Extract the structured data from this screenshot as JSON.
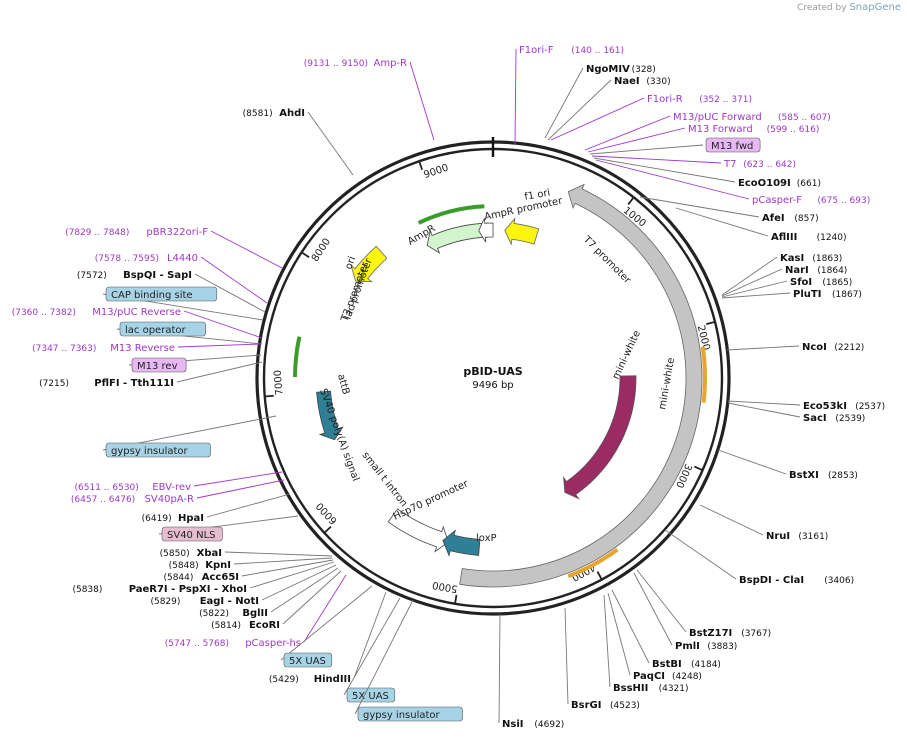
{
  "header": {
    "created_by": "Created by",
    "brand": "SnapGene"
  },
  "plasmid": {
    "name": "pBID-UAS",
    "length_label": "9496 bp",
    "length": 9496
  },
  "colors": {
    "primer": "#9f38c9",
    "enzyme": "#000000",
    "line": "#777777",
    "feature_gray": "#c4c4c4",
    "feature_maroon": "#9b2c63",
    "feature_teal": "#2f7f96",
    "feature_green": "#3c9c2a",
    "feature_lightgreen": "#d2f5cd",
    "feature_yellow": "#fbf50f",
    "feature_orange": "#e7a52d",
    "box_blue": "#a6d4e6",
    "box_pink": "#e6bccf",
    "box_purple": "#e8b8f5"
  },
  "ticks": [
    "1000",
    "2000",
    "3000",
    "4000",
    "5000",
    "6000",
    "7000",
    "8000",
    "9000"
  ],
  "features_inner": [
    {
      "label": "f1 ori"
    },
    {
      "label": "AmpR promoter"
    },
    {
      "label": "AmpR"
    },
    {
      "label": "ori"
    },
    {
      "label": "T7 promoter"
    },
    {
      "label": "mini-white"
    },
    {
      "label": "mini-white"
    },
    {
      "label": "lac promoter"
    },
    {
      "label": "T3 promoter"
    },
    {
      "label": "attB"
    },
    {
      "label": "SV40 poly(A) signal"
    },
    {
      "label": "small t intron"
    },
    {
      "label": "Hsp70 promoter"
    },
    {
      "label": "loxP"
    }
  ],
  "labels_right": [
    {
      "name": "F1ori-F",
      "pos": "(140 .. 161)",
      "kind": "primer"
    },
    {
      "name": "NgoMIV",
      "pos": "(328)",
      "kind": "enzyme"
    },
    {
      "name": "NaeI",
      "pos": "(330)",
      "kind": "enzyme"
    },
    {
      "name": "F1ori-R",
      "pos": "(352 .. 371)",
      "kind": "primer"
    },
    {
      "name": "M13/pUC Forward",
      "pos": "(585 .. 607)",
      "kind": "primer"
    },
    {
      "name": "M13 Forward",
      "pos": "(599 .. 616)",
      "kind": "primer"
    },
    {
      "name": "M13 fwd",
      "pos": "",
      "kind": "box_purple"
    },
    {
      "name": "T7",
      "pos": "(623 .. 642)",
      "kind": "primer"
    },
    {
      "name": "EcoO109I",
      "pos": "(661)",
      "kind": "enzyme"
    },
    {
      "name": "pCasper-F",
      "pos": "(675 .. 693)",
      "kind": "primer"
    },
    {
      "name": "AfeI",
      "pos": "(857)",
      "kind": "enzyme"
    },
    {
      "name": "AflIII",
      "pos": "(1240)",
      "kind": "enzyme"
    },
    {
      "name": "KasI",
      "pos": "(1863)",
      "kind": "enzyme"
    },
    {
      "name": "NarI",
      "pos": "(1864)",
      "kind": "enzyme"
    },
    {
      "name": "SfoI",
      "pos": "(1865)",
      "kind": "enzyme"
    },
    {
      "name": "PluTI",
      "pos": "(1867)",
      "kind": "enzyme"
    },
    {
      "name": "NcoI",
      "pos": "(2212)",
      "kind": "enzyme"
    },
    {
      "name": "Eco53kI",
      "pos": "(2537)",
      "kind": "enzyme"
    },
    {
      "name": "SacI",
      "pos": "(2539)",
      "kind": "enzyme"
    },
    {
      "name": "BstXI",
      "pos": "(2853)",
      "kind": "enzyme"
    },
    {
      "name": "NruI",
      "pos": "(3161)",
      "kind": "enzyme"
    },
    {
      "name": "BspDI - ClaI",
      "pos": "(3406)",
      "kind": "enzyme"
    },
    {
      "name": "BstZ17I",
      "pos": "(3767)",
      "kind": "enzyme"
    },
    {
      "name": "PmlI",
      "pos": "(3883)",
      "kind": "enzyme"
    },
    {
      "name": "BstBI",
      "pos": "(4184)",
      "kind": "enzyme"
    },
    {
      "name": "PaqCI",
      "pos": "(4248)",
      "kind": "enzyme"
    },
    {
      "name": "BssHII",
      "pos": "(4321)",
      "kind": "enzyme"
    },
    {
      "name": "BsrGI",
      "pos": "(4523)",
      "kind": "enzyme"
    },
    {
      "name": "NsiI",
      "pos": "(4692)",
      "kind": "enzyme"
    }
  ],
  "labels_left": [
    {
      "name": "Amp-R",
      "pos": "(9131 .. 9150)",
      "kind": "primer"
    },
    {
      "name": "AhdI",
      "pos": "(8581)",
      "kind": "enzyme"
    },
    {
      "name": "pBR322ori-F",
      "pos": "(7829 .. 7848)",
      "kind": "primer"
    },
    {
      "name": "L4440",
      "pos": "(7578 .. 7595)",
      "kind": "primer"
    },
    {
      "name": "BspQI - SapI",
      "pos": "(7572)",
      "kind": "enzyme"
    },
    {
      "name": "CAP binding site",
      "pos": "",
      "kind": "box_blue"
    },
    {
      "name": "M13/pUC Reverse",
      "pos": "(7360 .. 7382)",
      "kind": "primer"
    },
    {
      "name": "lac operator",
      "pos": "",
      "kind": "box_blue"
    },
    {
      "name": "M13 Reverse",
      "pos": "(7347 .. 7363)",
      "kind": "primer"
    },
    {
      "name": "M13 rev",
      "pos": "",
      "kind": "box_purple"
    },
    {
      "name": "PflFI - Tth111I",
      "pos": "(7215)",
      "kind": "enzyme"
    },
    {
      "name": "gypsy insulator",
      "pos": "",
      "kind": "box_blue"
    },
    {
      "name": "EBV-rev",
      "pos": "(6511 .. 6530)",
      "kind": "primer"
    },
    {
      "name": "SV40pA-R",
      "pos": "(6457 .. 6476)",
      "kind": "primer"
    },
    {
      "name": "HpaI",
      "pos": "(6419)",
      "kind": "enzyme"
    },
    {
      "name": "SV40 NLS",
      "pos": "",
      "kind": "box_pink"
    },
    {
      "name": "XbaI",
      "pos": "(5850)",
      "kind": "enzyme"
    },
    {
      "name": "KpnI",
      "pos": "(5848)",
      "kind": "enzyme"
    },
    {
      "name": "Acc65I",
      "pos": "(5844)",
      "kind": "enzyme"
    },
    {
      "name": "PaeR7I - PspXI - XhoI",
      "pos": "(5838)",
      "kind": "enzyme"
    },
    {
      "name": "EagI - NotI",
      "pos": "(5829)",
      "kind": "enzyme"
    },
    {
      "name": "BglII",
      "pos": "(5822)",
      "kind": "enzyme"
    },
    {
      "name": "EcoRI",
      "pos": "(5814)",
      "kind": "enzyme"
    },
    {
      "name": "pCasper-hs",
      "pos": "(5747 .. 5768)",
      "kind": "primer"
    },
    {
      "name": "5X UAS",
      "pos": "",
      "kind": "box_blue"
    },
    {
      "name": "HindIII",
      "pos": "(5429)",
      "kind": "enzyme"
    },
    {
      "name": "5X UAS",
      "pos": "",
      "kind": "box_blue"
    },
    {
      "name": "gypsy insulator",
      "pos": "",
      "kind": "box_blue"
    }
  ]
}
